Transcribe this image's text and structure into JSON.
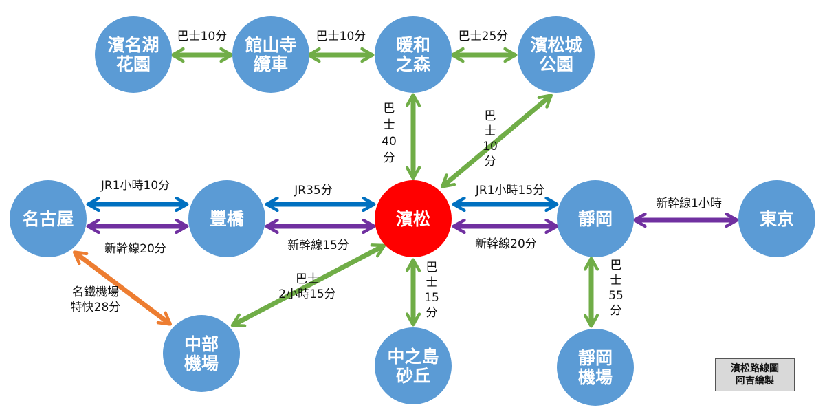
{
  "colors": {
    "node": "#5b9bd5",
    "hub": "#ff0000",
    "bus": "#70ad47",
    "jr": "#0070c0",
    "shinkansen": "#7030a0",
    "express": "#ed7d31"
  },
  "nodes": {
    "hamanako": [
      "濱名湖",
      "花園"
    ],
    "kanzanji": [
      "館山寺",
      "纜車"
    ],
    "danwa": [
      "暖和",
      "之森"
    ],
    "castle": [
      "濱松城",
      "公園"
    ],
    "nagoya": [
      "名古屋"
    ],
    "toyohashi": [
      "豐橋"
    ],
    "hamamatsu": [
      "濱松"
    ],
    "shizuoka": [
      "靜岡"
    ],
    "tokyo": [
      "東京"
    ],
    "chubu": [
      "中部",
      "機場"
    ],
    "nakatajima": [
      "中之島",
      "砂丘"
    ],
    "shizuoka_airport": [
      "靜岡",
      "機場"
    ]
  },
  "edges": {
    "hamanako_kanzanji": [
      "巴士10分"
    ],
    "kanzanji_danwa": [
      "巴士10分"
    ],
    "danwa_castle": [
      "巴士25分"
    ],
    "danwa_hamamatsu": [
      "巴",
      "士",
      "40",
      "分"
    ],
    "castle_hamamatsu": [
      "巴",
      "士",
      "10",
      "分"
    ],
    "nagoya_toyohashi_jr": [
      "JR1小時10分"
    ],
    "nagoya_toyohashi_shinkansen": [
      "新幹線20分"
    ],
    "toyohashi_hamamatsu_jr": [
      "JR35分"
    ],
    "toyohashi_hamamatsu_shinkansen": [
      "新幹線15分"
    ],
    "hamamatsu_shizuoka_jr": [
      "JR1小時15分"
    ],
    "hamamatsu_shizuoka_shinkansen": [
      "新幹線20分"
    ],
    "shizuoka_tokyo": [
      "新幹線1小時"
    ],
    "nagoya_chubu": [
      "名鐵機場",
      "特快28分"
    ],
    "chubu_hamamatsu": [
      "巴士",
      "2小時15分"
    ],
    "hamamatsu_nakatajima": [
      "巴",
      "士",
      "15",
      "分"
    ],
    "shizuoka_airport": [
      "巴",
      "士",
      "55",
      "分"
    ]
  },
  "credit": {
    "title": "濱松路線圖",
    "author": "阿吉繪製"
  }
}
